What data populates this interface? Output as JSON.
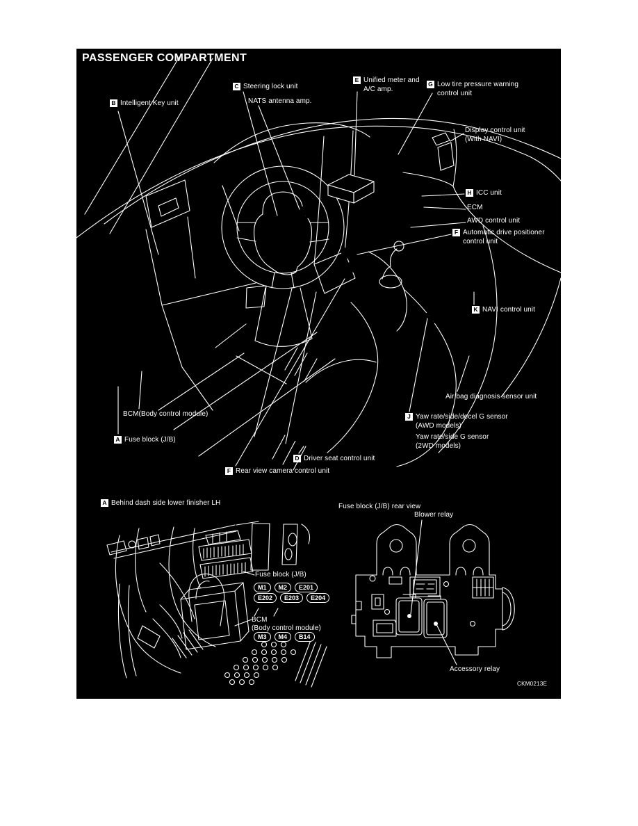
{
  "page": {
    "title": "PASSENGER COMPARTMENT",
    "figure_code": "CKM0213E"
  },
  "colors": {
    "background": "#000000",
    "ink": "#ffffff",
    "page_bg": "#ffffff"
  },
  "main": {
    "labels": {
      "intelligent_key": {
        "badge": "B",
        "text": "Intelligent Key unit"
      },
      "steering_lock": {
        "badge": "C",
        "text": "Steering lock unit"
      },
      "nats_antenna": {
        "text": "NATS antenna amp."
      },
      "unified_meter": {
        "badge": "E",
        "line1": "Unified meter and",
        "line2": "A/C amp."
      },
      "low_tire": {
        "badge": "G",
        "line1": "Low tire pressure warning",
        "line2": "control unit"
      },
      "display_unit": {
        "line1": "Display control unit",
        "line2": "(With NAVI)"
      },
      "icc": {
        "badge": "H",
        "text": "ICC unit"
      },
      "ecm": {
        "text": "ECM"
      },
      "awd": {
        "text": "AWD control unit"
      },
      "auto_drive_positioner": {
        "badge": "F",
        "line1": "Automatic drive positioner",
        "line2": "control unit"
      },
      "navi": {
        "badge": "K",
        "text": "NAVI control unit"
      },
      "air_bag": {
        "text": "Air bag diagnosis sensor unit"
      },
      "yaw_sensor": {
        "badge": "J",
        "line1": "Yaw rate/side/decel G sensor",
        "line2": "(AWD models)",
        "line3": "Yaw rate/side G sensor",
        "line4": "(2WD models)"
      },
      "bcm": {
        "text": "BCM(Body control module)"
      },
      "fuse_block": {
        "badge": "A",
        "text": "Fuse block (J/B)"
      },
      "driver_seat": {
        "badge": "D",
        "text": "Driver seat control unit"
      },
      "rear_view_camera": {
        "badge": "F",
        "text": "Rear view camera control unit"
      }
    }
  },
  "sub_left": {
    "badge": "A",
    "title": "Behind dash side lower finisher LH",
    "fuse_block_label": "Fuse block (J/B)",
    "connector_row1": [
      "M1",
      "M2",
      "E201"
    ],
    "connector_row2": [
      "E202",
      "E203",
      "E204"
    ],
    "bcm_line1": "BCM",
    "bcm_line2": "(Body control module)",
    "connector_row3": [
      "M3",
      "M4",
      "B14"
    ]
  },
  "sub_right": {
    "title": "Fuse block (J/B) rear view",
    "blower_label": "Blower relay",
    "accessory_label": "Accessory relay"
  }
}
